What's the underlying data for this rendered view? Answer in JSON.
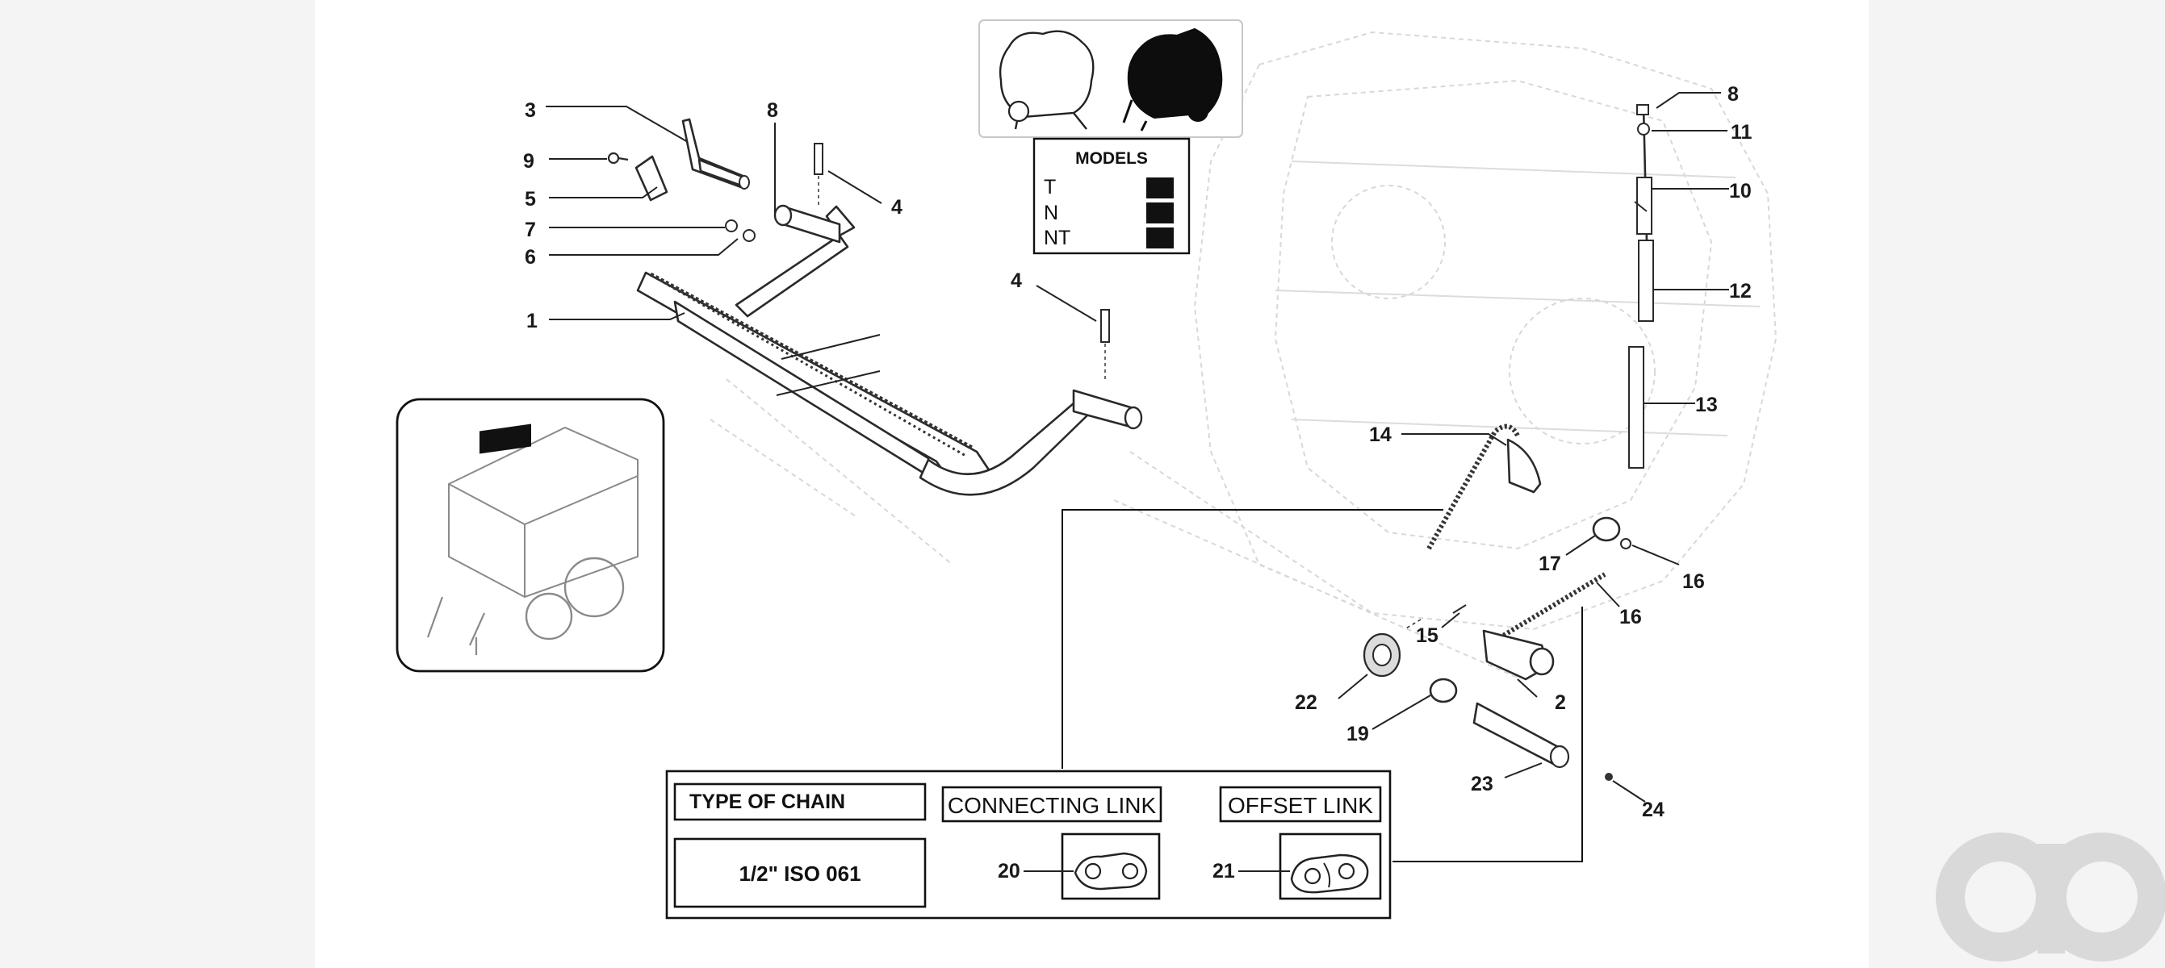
{
  "models_box": {
    "title": "MODELS",
    "rows": [
      {
        "label": "T"
      },
      {
        "label": "N"
      },
      {
        "label": "NT"
      }
    ]
  },
  "chain_table": {
    "type_header": "TYPE OF CHAIN",
    "type_value": "1/2\" ISO 061",
    "connecting_header": "CONNECTING LINK",
    "offset_header": "OFFSET LINK",
    "connecting_ref": "20",
    "offset_ref": "21"
  },
  "callouts": {
    "c1": "1",
    "c2": "2",
    "c3": "3",
    "c4a": "4",
    "c4b": "4",
    "c5": "5",
    "c6": "6",
    "c7": "7",
    "c8a": "8",
    "c8b": "8",
    "c9": "9",
    "c10": "10",
    "c11": "11",
    "c12": "12",
    "c13": "13",
    "c14": "14",
    "c15": "15",
    "c16a": "16",
    "c16b": "16",
    "c17": "17",
    "c19": "19",
    "c22": "22",
    "c23": "23",
    "c24": "24"
  },
  "colors": {
    "ink": "#111111",
    "ghost": "#d8d8d8",
    "paper": "#ffffff",
    "watermark": "#d9d9d9"
  },
  "icons": [
    "baler-outline-icon",
    "baler-filled-icon",
    "baler-location-icon",
    "watermark-logo-icon"
  ]
}
